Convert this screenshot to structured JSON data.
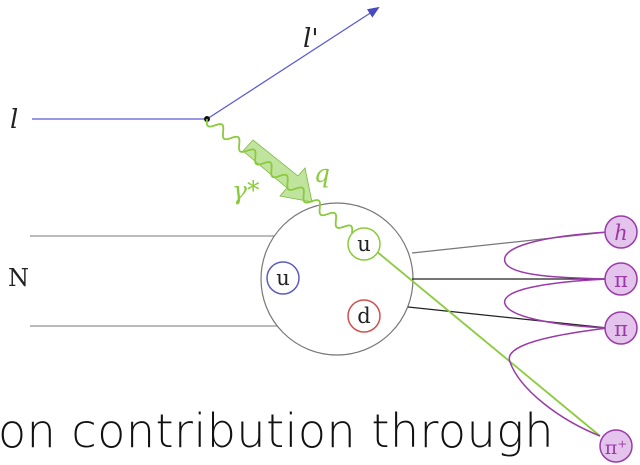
{
  "labels": {
    "incoming_lepton": "l",
    "outgoing_lepton": "l'",
    "virtual_photon": "γ*",
    "momentum_transfer": "q",
    "nucleon": "N",
    "quark_u_struck": "u",
    "quark_u": "u",
    "quark_d": "d"
  },
  "hadrons": [
    "h",
    "π",
    "π",
    "π⁺"
  ],
  "caption": "on contribution through",
  "colors": {
    "lepton_line": "#5a5ad6",
    "arrow": "#4a4ac0",
    "photon": "#8acb3c",
    "photon_fill": "#9ed66a",
    "hadron": "#9a3aa8",
    "hadron_fill": "#e4c3ec",
    "quark_u_ring": "#5c5cc0",
    "quark_d_ring": "#d05050",
    "struck_ring": "#8acb3c"
  }
}
